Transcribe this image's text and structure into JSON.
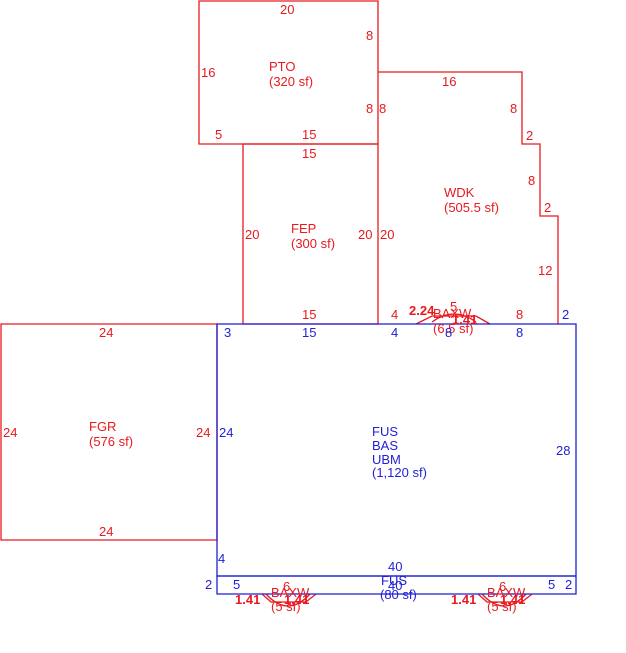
{
  "colors": {
    "red": "#e8191f",
    "blue": "#1f1fd6",
    "background": "#ffffff"
  },
  "areas": {
    "pto": {
      "code": "PTO",
      "area": "(320 sf)"
    },
    "fep": {
      "code": "FEP",
      "area": "(300 sf)"
    },
    "wdk": {
      "code": "WDK",
      "area": "(505.5 sf)"
    },
    "fgr": {
      "code": "FGR",
      "area": "(576 sf)"
    },
    "main": {
      "line1": "FUS",
      "line2": "BAS",
      "line3": "UBM",
      "area": "(1,120 sf)"
    },
    "fus_strip": {
      "code": "FUS",
      "area": "(80 sf)"
    },
    "baxw_top": {
      "code": "BAXW",
      "area": "(6.5 sf)"
    },
    "baxw_left": {
      "code": "BAXW",
      "area": "(5 sf)"
    },
    "baxw_right": {
      "code": "BAXW",
      "area": "(5 sf)"
    }
  },
  "dims": {
    "pto_top": "20",
    "pto_left": "16",
    "pto_right_top": "8",
    "pto_right_bottom": "8",
    "pto_bottom_left": "5",
    "pto_bottom": "15",
    "fep_top": "15",
    "fep_left": "20",
    "fep_right": "20",
    "fep_bottom": "15",
    "wdk_top": "16",
    "wdk_left": "8",
    "wdk_r1": "8",
    "wdk_s1": "2",
    "wdk_r2": "8",
    "wdk_s2": "2",
    "wdk_r3": "12",
    "wdk_bottom_left": "4",
    "wdk_bottom_right": "8",
    "baxw_top_a": "2.24",
    "baxw_top_b": "5",
    "baxw_top_c": "1.41",
    "fgr_top": "24",
    "fgr_left": "24",
    "fgr_right": "24",
    "fgr_bottom": "24",
    "main_top_a": "3",
    "main_top_b": "15",
    "main_top_c": "4",
    "main_top_d": "8",
    "main_top_e": "8",
    "main_top_f": "2",
    "main_left": "24",
    "main_right": "28",
    "main_left_lower": "4",
    "strip_top": "40",
    "strip_bottom": "40",
    "strip_left": "2",
    "strip_right": "2",
    "baxw_l_a": "5",
    "baxw_l_b": "6",
    "baxw_l_c": "1.41",
    "baxw_l_d": "1.41",
    "baxw_r_a": "6",
    "baxw_r_b": "5",
    "baxw_r_c": "1.41",
    "baxw_r_d": "1.41"
  }
}
